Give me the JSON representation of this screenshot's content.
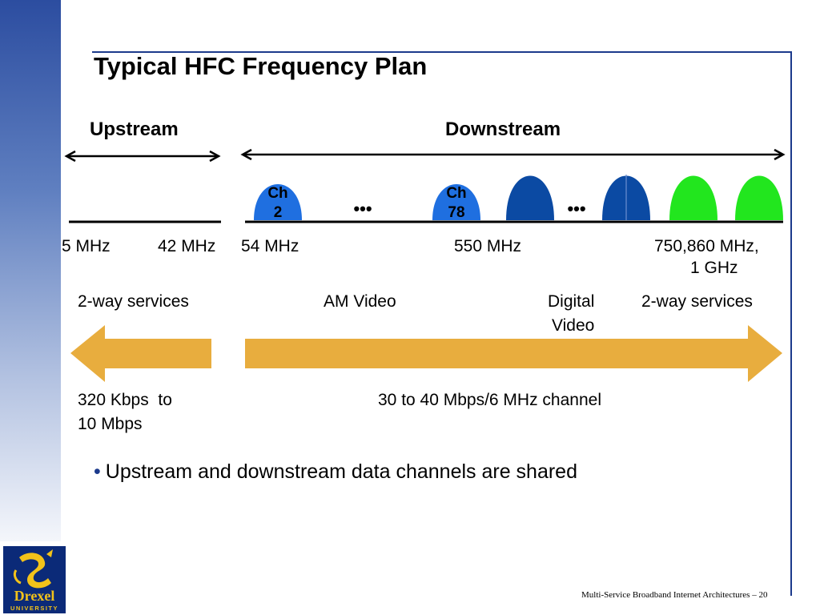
{
  "title": "Typical HFC Frequency Plan",
  "upstream_label": "Upstream",
  "downstream_label": "Downstream",
  "channels": [
    {
      "label_top": "Ch",
      "label_bottom": "2",
      "color": "#1f6fe0"
    },
    {
      "label_top": "Ch",
      "label_bottom": "78",
      "color": "#1f6fe0"
    }
  ],
  "ellipsis": "•••",
  "colors": {
    "light_blue": "#1f6fe0",
    "dark_blue": "#0b4aa3",
    "green": "#22e61e",
    "arrow_gold": "#e8ad3e",
    "rule_blue": "#1c3a8c"
  },
  "freq_labels": {
    "f1": "5 MHz",
    "f2": "42 MHz",
    "f3": "54 MHz",
    "f4": "550 MHz",
    "f5_line1": "750,860 MHz,",
    "f5_line2": "1 GHz"
  },
  "services": {
    "up": "2-way services",
    "am": "AM Video",
    "digital_line1": "Digital",
    "digital_line2": "Video",
    "down": "2-way services"
  },
  "rates": {
    "up_line1": "320 Kbps  to",
    "up_line2": "10 Mbps",
    "down": "30 to 40 Mbps/6 MHz channel"
  },
  "bullet": "Upstream and downstream data channels are shared",
  "logo": {
    "name": "Drexel",
    "sub": "UNIVERSITY"
  },
  "footer": "Multi-Service Broadband Internet Architectures – 20"
}
